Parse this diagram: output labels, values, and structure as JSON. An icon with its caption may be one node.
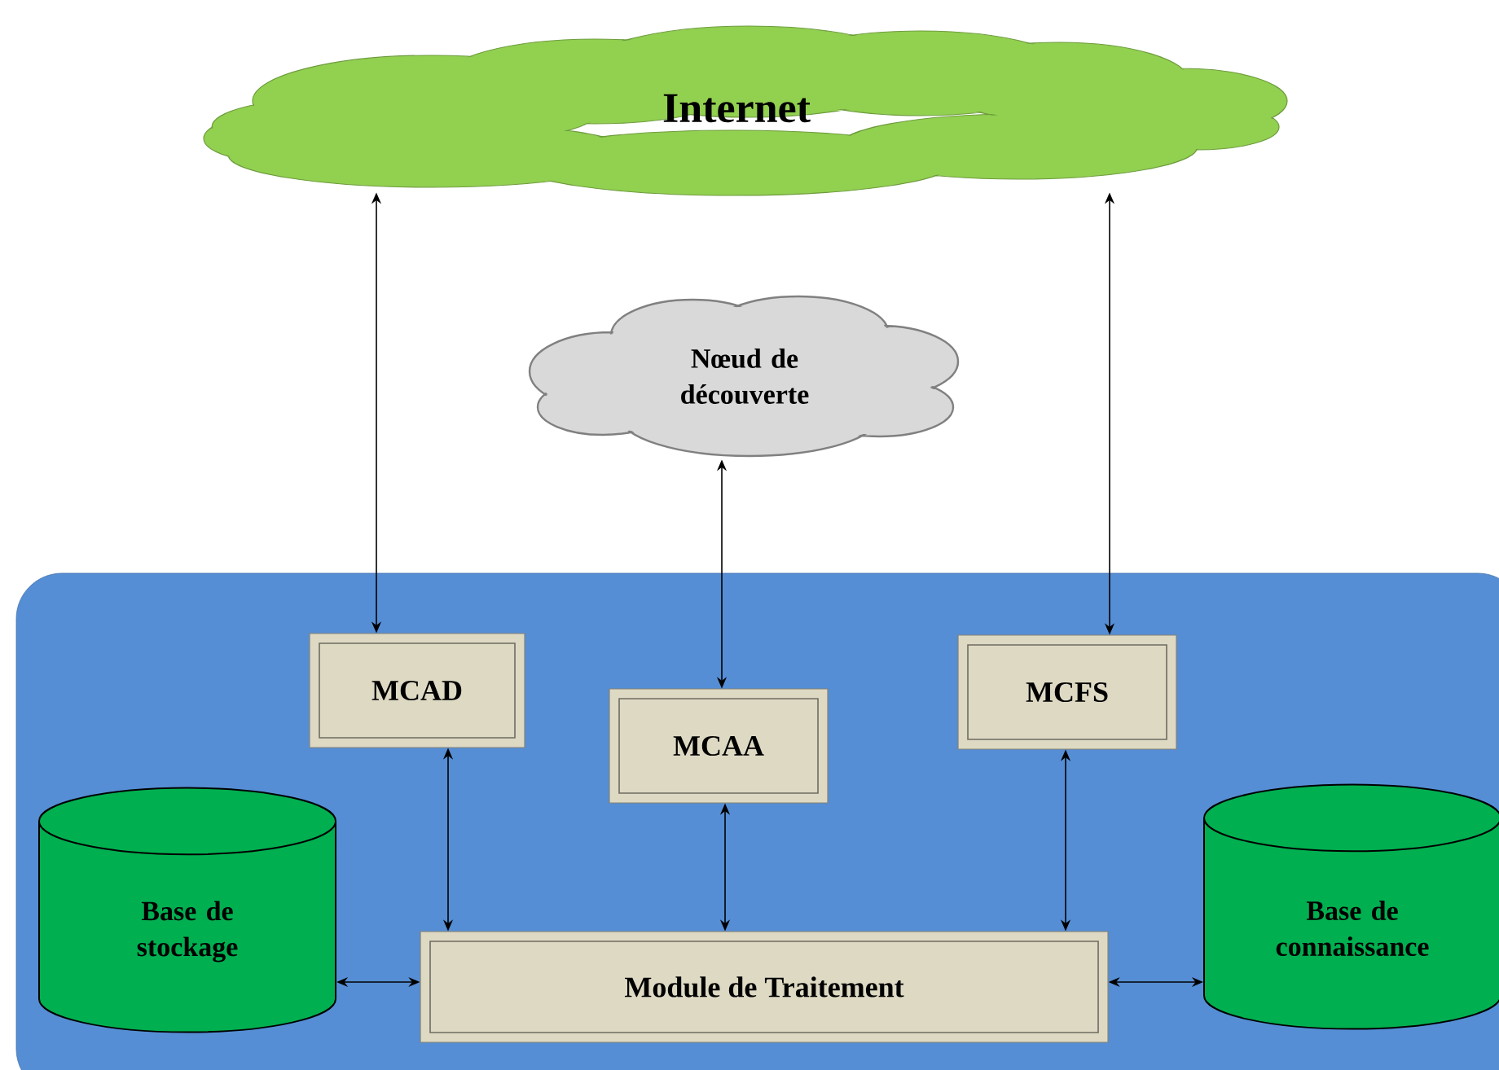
{
  "diagram": {
    "nodes": [
      {
        "text": [
          "Internet"
        ]
      },
      {
        "text": [
          "Nœud de découverte"
        ]
      },
      {
        "text": [],
        "shape": "box"
      },
      {
        "text": [
          "MCAD"
        ],
        "in": 2
      },
      {
        "text": [
          "MCAA"
        ],
        "in": 2
      },
      {
        "text": [
          "MCFS"
        ],
        "in": 2
      },
      {
        "text": [
          "Base de stockage"
        ],
        "in": 2
      },
      {
        "text": [
          "Module de Traitement"
        ],
        "in": 2
      },
      {
        "text": [
          "Base de connaissance"
        ],
        "in": 2
      }
    ],
    "edges": [
      {
        "from": 3,
        "to": 0,
        "arrow": "both"
      },
      {
        "from": 5,
        "to": 0,
        "arrow": "both"
      },
      {
        "from": 4,
        "to": 1,
        "arrow": "both"
      },
      {
        "from": 3,
        "to": 7,
        "arrow": "both"
      },
      {
        "from": 4,
        "to": 7,
        "arrow": "both"
      },
      {
        "from": 5,
        "to": 7,
        "arrow": "both"
      },
      {
        "from": 6,
        "to": 7,
        "arrow": "both"
      },
      {
        "from": 7,
        "to": 8,
        "arrow": "both"
      }
    ]
  }
}
